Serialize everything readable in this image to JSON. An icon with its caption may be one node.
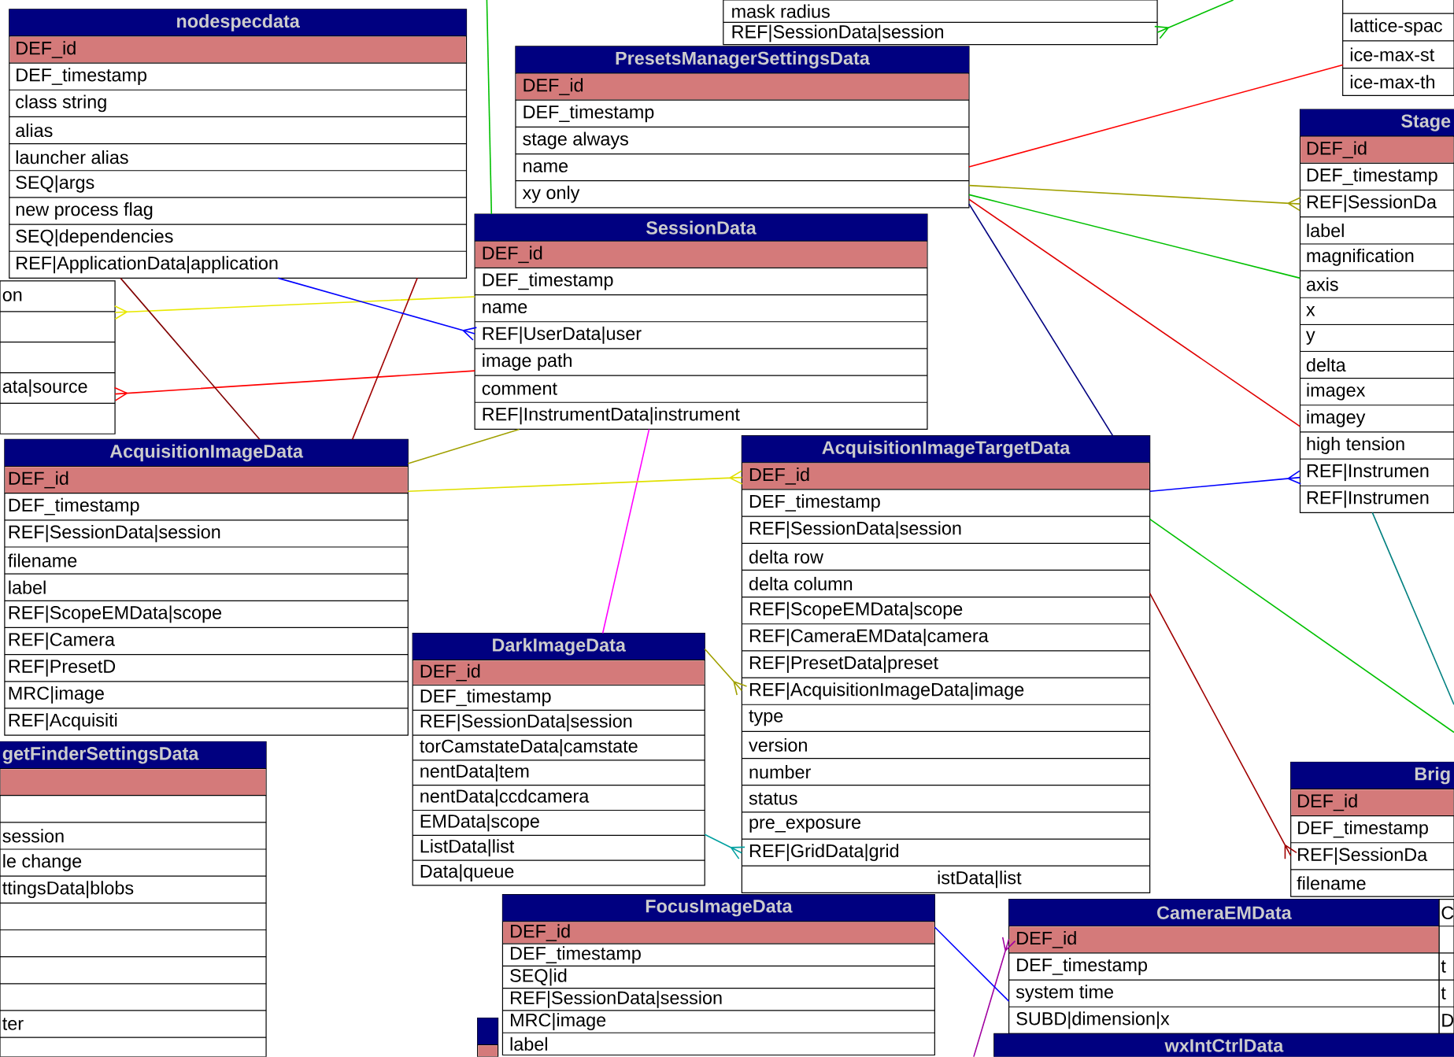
{
  "diagram": {
    "nodes": [
      {
        "text": [
          "nodespecdata",
          "DEF_id",
          "DEF_timestamp",
          "class string",
          "alias",
          "launcher alias",
          "SEQ|args",
          "new process flag",
          "SEQ|dependencies",
          "REF|ApplicationData|application"
        ]
      },
      {
        "text": [
          "mask radius",
          "REF|SessionData|session"
        ]
      },
      {
        "text": [
          "PresetsManagerSettingsData",
          "DEF_id",
          "DEF_timestamp",
          "stage always",
          "name",
          "xy only"
        ]
      },
      {
        "text": [
          "SessionData",
          "DEF_id",
          "DEF_timestamp",
          "name",
          "REF|UserData|user",
          "image path",
          "comment",
          "REF|InstrumentData|instrument"
        ]
      },
      {
        "text": [
          "on",
          "ata|source"
        ]
      },
      {
        "text": [
          "AcquisitionImageData",
          "DEF_id",
          "DEF_timestamp",
          "REF|SessionData|session",
          "filename",
          "label",
          "REF|ScopeEMData|scope",
          "REF|Camera",
          "REF|PresetD",
          "MRC|image",
          "REF|Acquisiti"
        ]
      },
      {
        "text": [
          "DarkImageData",
          "DEF_id",
          "DEF_timestamp",
          "REF|SessionData|session",
          "torCamstateData|camstate",
          "nentData|tem",
          "nentData|ccdcamera",
          "EMData|scope",
          "ListData|list",
          "Data|queue"
        ]
      },
      {
        "text": [
          "getFinderSettingsData",
          "session",
          "le change",
          "ttingsData|blobs",
          "ter"
        ]
      },
      {
        "text": [
          "AcquisitionImageTargetData",
          "DEF_id",
          "DEF_timestamp",
          "REF|SessionData|session",
          "delta row",
          "delta column",
          "REF|ScopeEMData|scope",
          "REF|CameraEMData|camera",
          "REF|PresetData|preset",
          "REF|AcquisitionImageData|image",
          "type",
          "version",
          "number",
          "status",
          "pre_exposure",
          "REF|GridData|grid",
          "istData|list"
        ]
      },
      {
        "text": [
          "FocusImageData",
          "DEF_id",
          "DEF_timestamp",
          "SEQ|id",
          "REF|SessionData|session",
          "MRC|image",
          "label"
        ]
      },
      {
        "text": [],
        "shape": "box"
      },
      {
        "text": [
          "lattice-spac",
          "ice-max-st",
          "ice-max-th"
        ]
      },
      {
        "text": [
          "Stage",
          "DEF_id",
          "DEF_timestamp",
          "REF|SessionDa",
          "label",
          "magnification",
          "axis",
          "x",
          "y",
          "delta",
          "imagex",
          "imagey",
          "high tension",
          "REF|Instrumen",
          "REF|Instrumen"
        ]
      },
      {
        "text": [
          "Brig",
          "DEF_id",
          "DEF_timestamp",
          "REF|SessionDa",
          "filename"
        ]
      },
      {
        "text": [
          "CameraEMData",
          "DEF_id",
          "DEF_timestamp",
          "system time",
          "SUBD|dimension|x"
        ]
      },
      {
        "text": [
          "C",
          "t",
          "t",
          "D"
        ]
      },
      {
        "text": [
          "wxIntCtrlData"
        ]
      }
    ],
    "edges": [
      {
        "from": 2,
        "to": 12,
        "arrow": "other",
        "color": "#a0a000"
      },
      {
        "from": 2,
        "to": 11,
        "arrow": "none",
        "color": "#ff0000"
      },
      {
        "from": 2,
        "to": 12,
        "arrow": "none",
        "color": "#00c000"
      },
      {
        "from": 2,
        "to": 12,
        "arrow": "none",
        "color": "#e00000"
      },
      {
        "from": 2,
        "to": 8,
        "arrow": "none",
        "color": "#000080"
      },
      {
        "from": 8,
        "to": 12,
        "arrow": "other",
        "color": "#0000ff"
      },
      {
        "from": 8,
        "to": 13,
        "arrow": "other",
        "color": "#a00000"
      },
      {
        "from": 12,
        "to": null,
        "arrow": "none",
        "color": "#008080"
      },
      {
        "from": 8,
        "to": null,
        "arrow": "none",
        "color": "#00c000"
      },
      {
        "from": 3,
        "to": 5,
        "arrow": "none",
        "color": "#a0a000"
      },
      {
        "from": 3,
        "to": 6,
        "arrow": "none",
        "color": "#ff00ff"
      },
      {
        "from": 5,
        "to": 8,
        "arrow": "other",
        "color": "#e0e000"
      },
      {
        "from": 6,
        "to": 8,
        "arrow": "other",
        "color": "#a0a000"
      },
      {
        "from": 6,
        "to": 8,
        "arrow": "other",
        "color": "#00a0a0"
      },
      {
        "from": 3,
        "to": 4,
        "arrow": "other",
        "color": "#ff0000"
      },
      {
        "from": 3,
        "to": 4,
        "arrow": "other",
        "color": "#e8e800"
      },
      {
        "from": 0,
        "to": 5,
        "arrow": "none",
        "color": "#a00000"
      },
      {
        "from": 0,
        "to": 3,
        "arrow": "other",
        "color": "#0000ff"
      },
      {
        "from": 0,
        "to": 5,
        "arrow": "none",
        "color": "#800000"
      },
      {
        "from": null,
        "to": 14,
        "arrow": "other",
        "color": "#a000a0"
      },
      {
        "from": 9,
        "to": 14,
        "arrow": "none",
        "color": "#0000ff"
      },
      {
        "from": null,
        "to": 3,
        "arrow": "none",
        "color": "#00c000"
      },
      {
        "from": null,
        "to": 1,
        "arrow": "other",
        "color": "#00c000"
      }
    ]
  }
}
